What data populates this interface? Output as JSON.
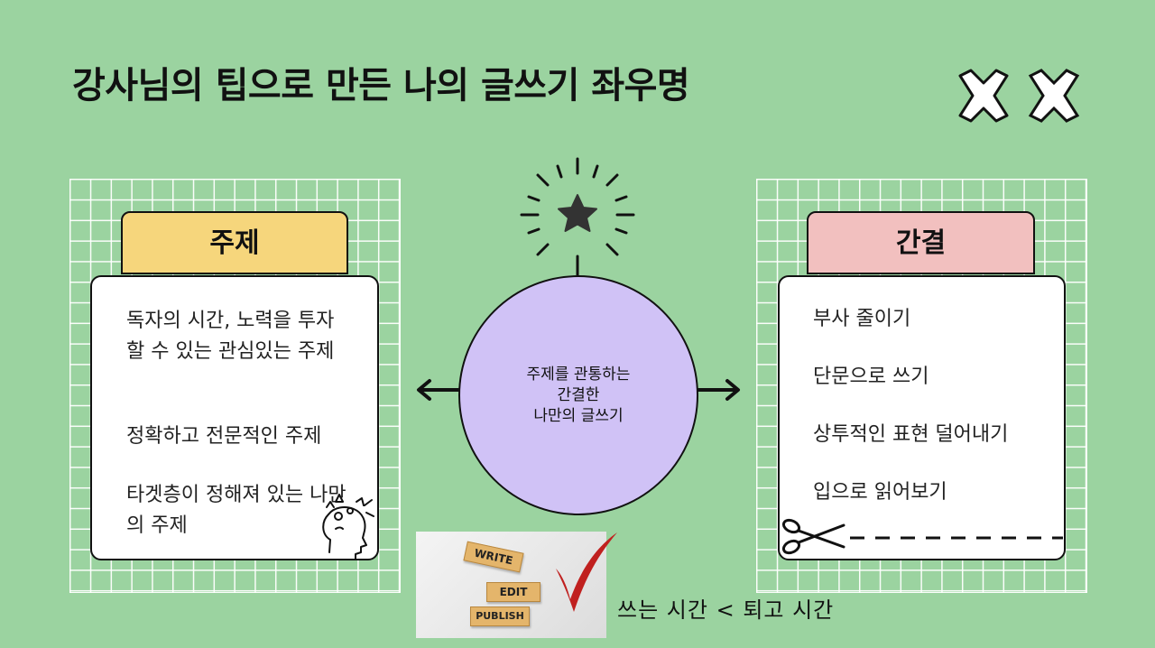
{
  "title": "강사님의 팁으로 만든 나의 글쓰기 좌우명",
  "left_panel": {
    "tab": "주제",
    "items": [
      "독자의 시간, 노력을 투자 할 수 있는 관심있는 주제",
      "정확하고 전문적인 주제",
      "타겟층이 정해져 있는 나만의 주제"
    ],
    "color": "#f6d67c"
  },
  "right_panel": {
    "tab": "간결",
    "items": [
      "부사 줄이기",
      "단문으로 쓰기",
      "상투적인 표현 덜어내기",
      "입으로 읽어보기"
    ],
    "color": "#f2c0bf"
  },
  "center": {
    "lines": [
      "주제를 관통하는",
      "간결한",
      "나만의 글쓰기"
    ],
    "color": "#d0c2f6"
  },
  "photo_blocks": {
    "write": "WRITE",
    "edit": "EDIT",
    "publish": "PUBLISH"
  },
  "caption": "쓰는 시간 < 퇴고 시간",
  "icons": [
    "x-mark-icon",
    "star-burst-icon",
    "head-thinking-icon",
    "scissors-icon",
    "check-mark-icon"
  ],
  "background_color": "#9bd3a0"
}
